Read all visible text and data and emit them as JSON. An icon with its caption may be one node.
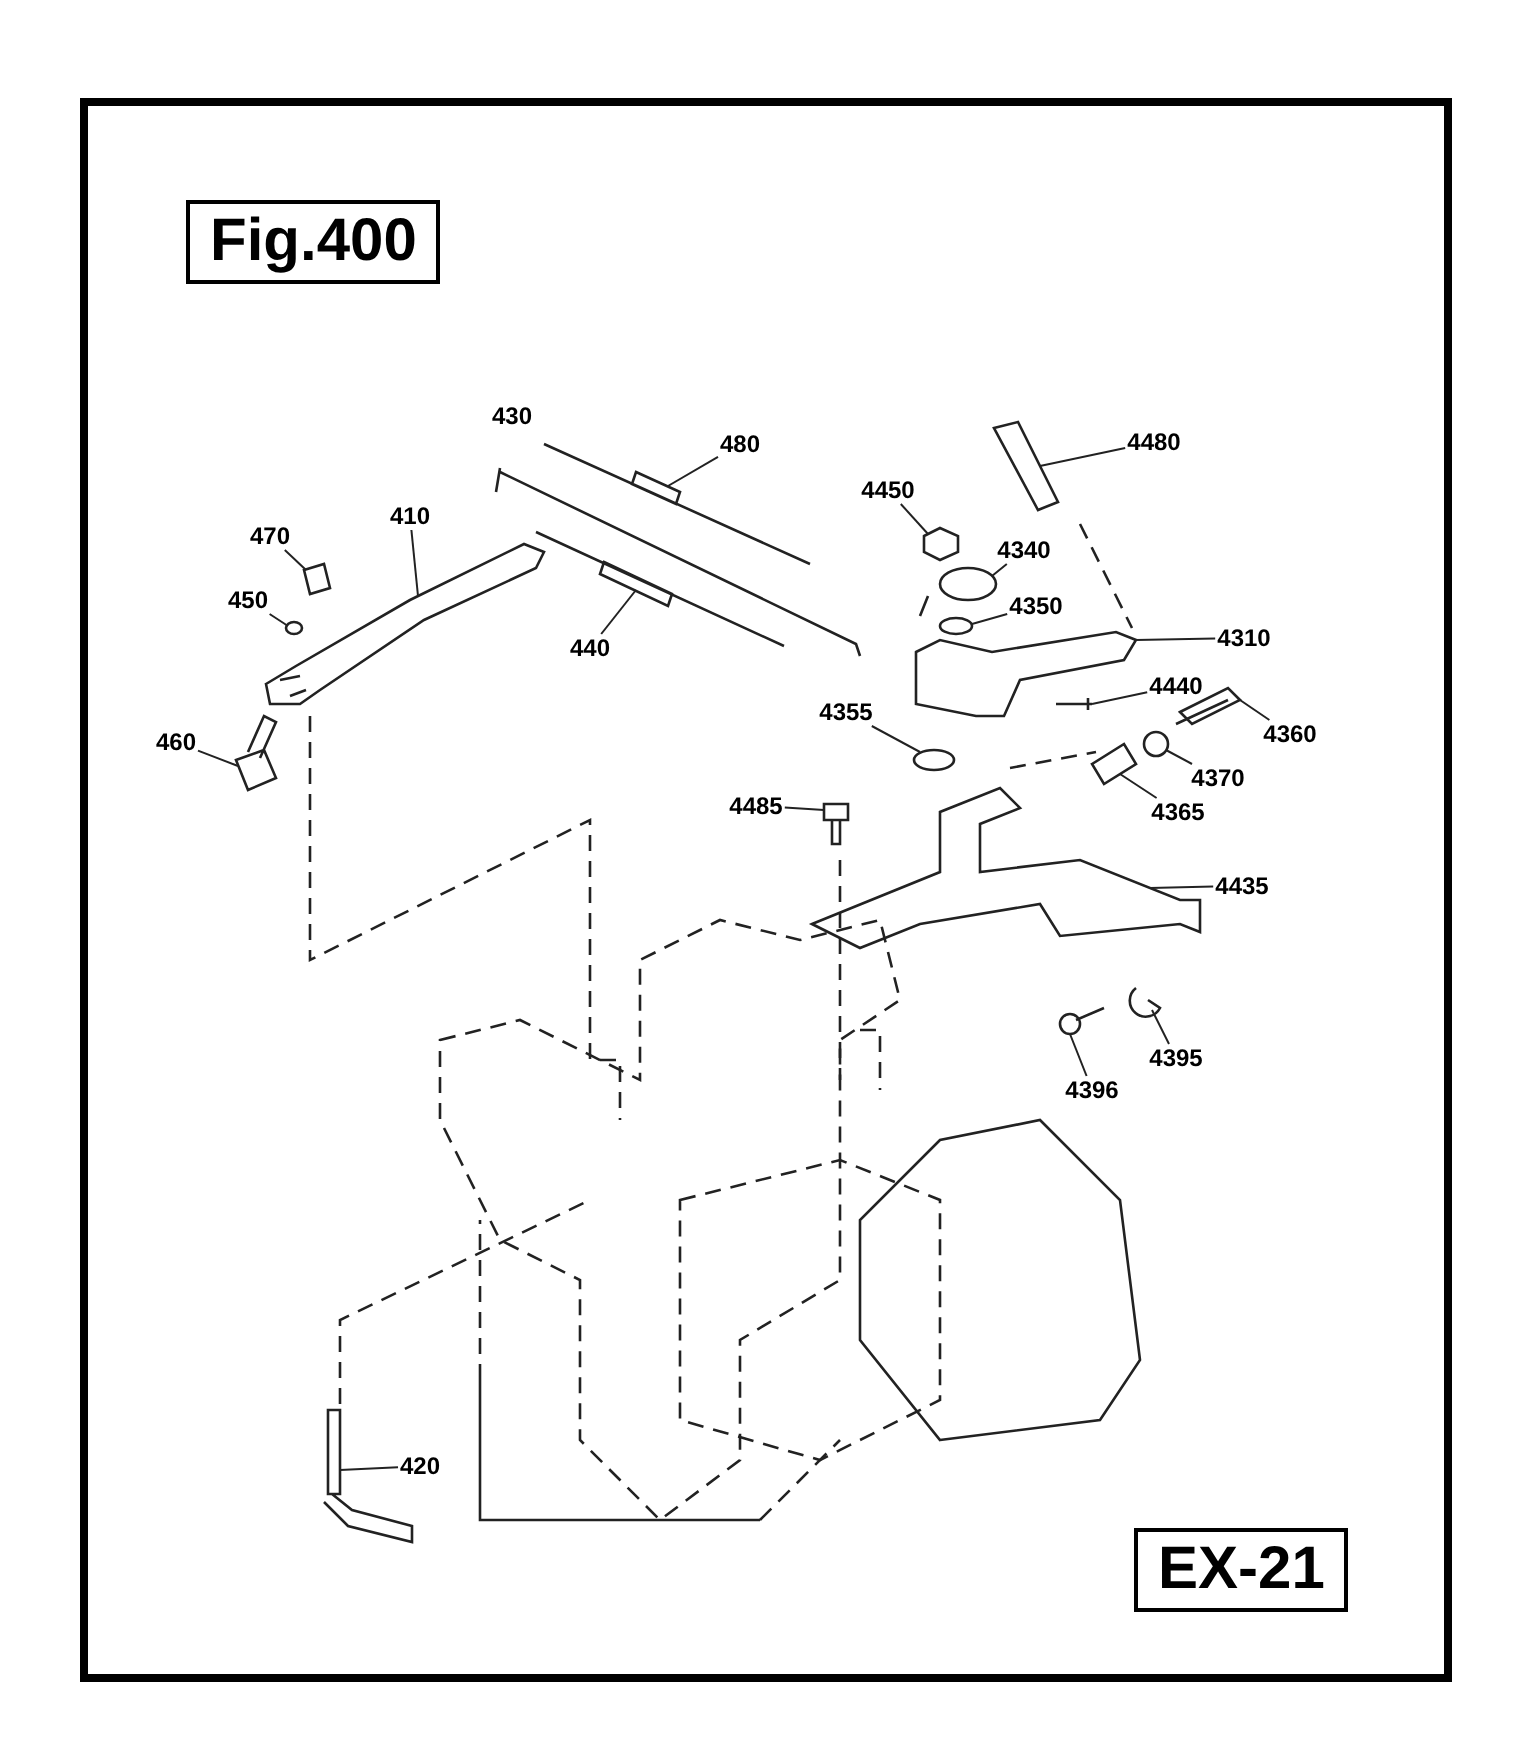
{
  "diagram": {
    "nodes": [
      {
        "text": [
          "410"
        ]
      },
      {
        "text": [
          "470"
        ]
      },
      {
        "text": [
          "450"
        ]
      },
      {
        "text": [
          "460"
        ]
      },
      {
        "text": [
          "480"
        ]
      },
      {
        "text": [
          "440"
        ]
      },
      {
        "text": [
          "4480"
        ]
      },
      {
        "text": [
          "4450"
        ]
      },
      {
        "text": [
          "4340"
        ]
      },
      {
        "text": [
          "4350"
        ]
      },
      {
        "text": [
          "4310"
        ]
      },
      {
        "text": [
          "4440"
        ]
      },
      {
        "text": [
          "4360"
        ]
      },
      {
        "text": [
          "4370"
        ]
      },
      {
        "text": [
          "4355"
        ]
      },
      {
        "text": [
          "4365"
        ]
      },
      {
        "text": [
          "4485"
        ]
      },
      {
        "text": [
          "4435"
        ]
      },
      {
        "text": [
          "4395"
        ]
      },
      {
        "text": [
          "4396"
        ]
      },
      {
        "text": [
          "420"
        ]
      },
      {
        "text": [],
        "shape": "picture"
      },
      {
        "text": [],
        "shape": "picture"
      },
      {
        "text": [],
        "shape": "picture"
      },
      {
        "text": [],
        "shape": "picture"
      },
      {
        "text": [],
        "shape": "picture"
      },
      {
        "text": [],
        "shape": "picture"
      },
      {
        "text": [],
        "shape": "picture"
      },
      {
        "text": [],
        "shape": "picture"
      },
      {
        "text": [],
        "shape": "picture"
      },
      {
        "text": [],
        "shape": "picture"
      },
      {
        "text": [],
        "shape": "picture"
      },
      {
        "text": [],
        "shape": "picture"
      },
      {
        "text": [],
        "shape": "picture"
      },
      {
        "text": [],
        "shape": "picture"
      },
      {
        "text": [],
        "shape": "picture"
      },
      {
        "text": [],
        "shape": "picture"
      },
      {
        "text": [],
        "shape": "picture"
      },
      {
        "text": [],
        "shape": "picture"
      },
      {
        "text": [],
        "shape": "picture"
      },
      {
        "text": [],
        "shape": "picture"
      },
      {
        "text": [],
        "shape": "picture"
      }
    ],
    "edges": [
      {
        "from": 0,
        "to": 21,
        "arrow": "none"
      },
      {
        "from": 1,
        "to": 22,
        "arrow": "none"
      },
      {
        "from": 2,
        "to": 23,
        "arrow": "none"
      },
      {
        "from": 3,
        "to": 24,
        "arrow": "none"
      },
      {
        "from": 4,
        "to": 25,
        "arrow": "none"
      },
      {
        "from": 5,
        "to": 26,
        "arrow": "none"
      },
      {
        "from": 6,
        "to": 27,
        "arrow": "none"
      },
      {
        "from": 7,
        "to": 28,
        "arrow": "none"
      },
      {
        "from": 8,
        "to": 29,
        "arrow": "none"
      },
      {
        "from": 9,
        "to": 30,
        "arrow": "none"
      },
      {
        "from": 10,
        "to": 31,
        "arrow": "none"
      },
      {
        "from": 11,
        "to": 32,
        "arrow": "none"
      },
      {
        "from": 12,
        "to": 33,
        "arrow": "none"
      },
      {
        "from": 13,
        "to": 34,
        "arrow": "none"
      },
      {
        "from": 14,
        "to": 35,
        "arrow": "none"
      },
      {
        "from": 15,
        "to": 36,
        "arrow": "none"
      },
      {
        "from": 16,
        "to": 37,
        "arrow": "none"
      },
      {
        "from": 17,
        "to": 38,
        "arrow": "none"
      },
      {
        "from": 18,
        "to": 39,
        "arrow": "none"
      },
      {
        "from": 19,
        "to": 40,
        "arrow": "none"
      },
      {
        "from": 20,
        "to": 41,
        "arrow": "none"
      }
    ],
    "labels": [
      "Fig.400",
      "430",
      "EX-21"
    ]
  }
}
